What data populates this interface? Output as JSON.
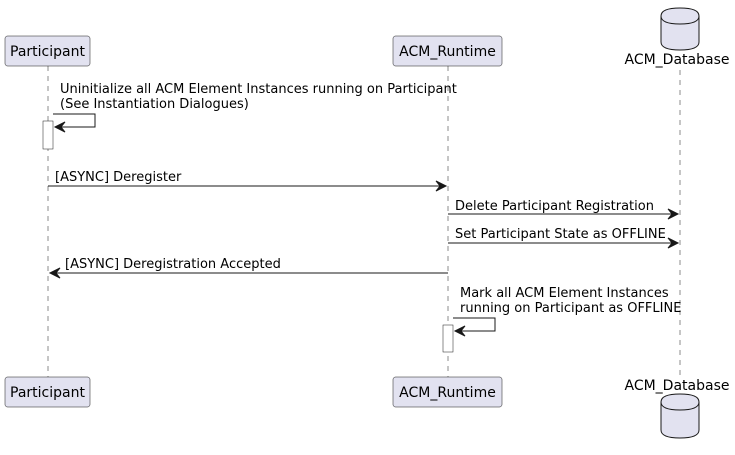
{
  "participants": [
    {
      "id": "participant",
      "label": "Participant"
    },
    {
      "id": "acm_runtime",
      "label": "ACM_Runtime"
    },
    {
      "id": "acm_database",
      "label": "ACM_Database",
      "shape": "database-icon"
    }
  ],
  "messages": [
    {
      "from": "participant",
      "to": "participant",
      "lines": [
        "Uninitialize all ACM Element Instances running on Participant",
        "(See Instantiation Dialogues)"
      ]
    },
    {
      "from": "participant",
      "to": "acm_runtime",
      "lines": [
        "[ASYNC] Deregister"
      ]
    },
    {
      "from": "acm_runtime",
      "to": "acm_database",
      "lines": [
        "Delete Participant Registration"
      ]
    },
    {
      "from": "acm_runtime",
      "to": "acm_database",
      "lines": [
        "Set Participant State as OFFLINE"
      ]
    },
    {
      "from": "acm_runtime",
      "to": "participant",
      "lines": [
        "[ASYNC] Deregistration Accepted"
      ]
    },
    {
      "from": "acm_runtime",
      "to": "acm_runtime",
      "lines": [
        "Mark all ACM Element Instances",
        "running on Participant as OFFLINE"
      ]
    }
  ],
  "colors": {
    "participant_fill": "#e2e2f0",
    "line": "#181818",
    "background": "#ffffff"
  }
}
